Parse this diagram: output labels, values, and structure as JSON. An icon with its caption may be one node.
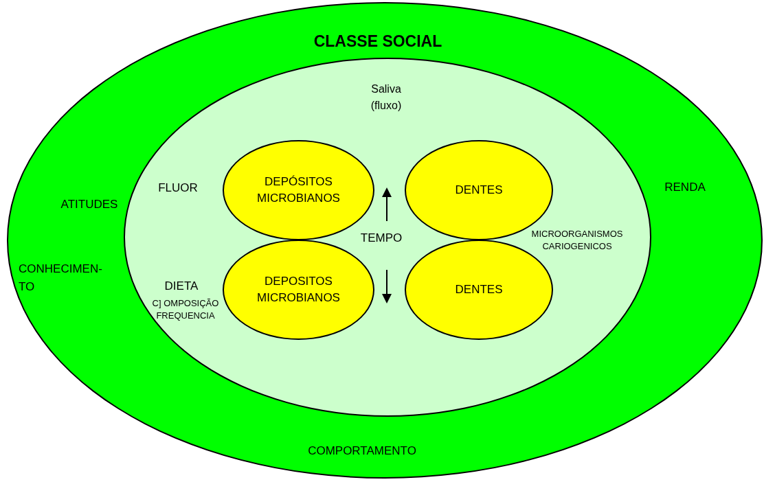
{
  "diagram": {
    "nodes": [
      {
        "text": [
          "CLASSE SOCIAL",
          "ATITUDES",
          "CONHECIMEN- TO",
          "RENDA",
          "COMPORTAMENTO"
        ]
      },
      {
        "text": [
          "Saliva (fluxo)",
          "FLUOR",
          "DIETA",
          "C] OMPOSIÇÃO FREQUENCIA",
          "TEMPO",
          "MICROORGANISMOS CARIOGENICOS"
        ],
        "in": 0
      },
      {
        "text": [
          "DEPÓSITOS MICROBIANOS"
        ],
        "in": 1
      },
      {
        "text": [
          "DENTES"
        ],
        "in": 1
      },
      {
        "text": [
          "DEPOSITOS MICROBIANOS"
        ],
        "in": 1
      },
      {
        "text": [
          "DENTES"
        ],
        "in": 1
      }
    ]
  }
}
